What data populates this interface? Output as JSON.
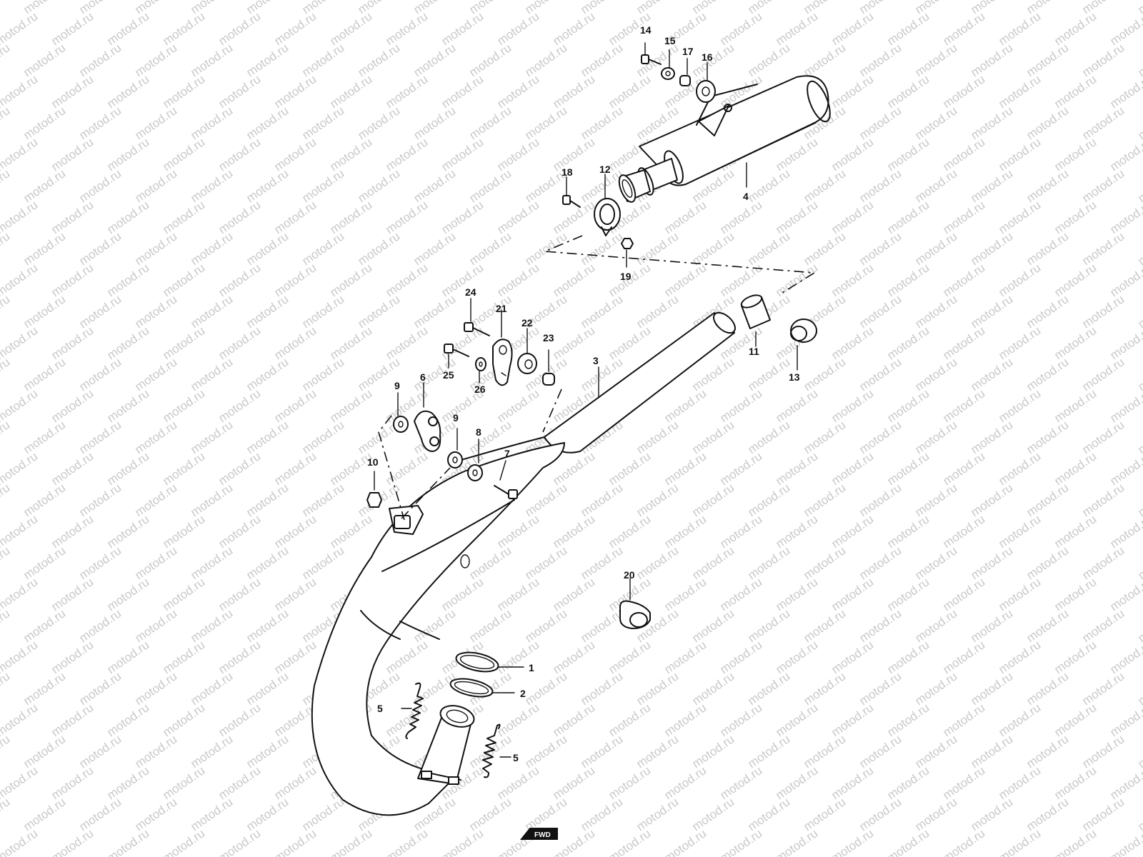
{
  "watermark": {
    "text": "motod.ru"
  },
  "direction_marker": {
    "label": "FWD"
  },
  "callouts": [
    {
      "id": "c14",
      "label": "14"
    },
    {
      "id": "c15",
      "label": "15"
    },
    {
      "id": "c17",
      "label": "17"
    },
    {
      "id": "c16",
      "label": "16"
    },
    {
      "id": "c18",
      "label": "18"
    },
    {
      "id": "c12",
      "label": "12"
    },
    {
      "id": "c4",
      "label": "4"
    },
    {
      "id": "c19",
      "label": "19"
    },
    {
      "id": "c24",
      "label": "24"
    },
    {
      "id": "c21",
      "label": "21"
    },
    {
      "id": "c22",
      "label": "22"
    },
    {
      "id": "c23",
      "label": "23"
    },
    {
      "id": "c3",
      "label": "3"
    },
    {
      "id": "c11",
      "label": "11"
    },
    {
      "id": "c13",
      "label": "13"
    },
    {
      "id": "c25",
      "label": "25"
    },
    {
      "id": "c26",
      "label": "26"
    },
    {
      "id": "c9a",
      "label": "9"
    },
    {
      "id": "c6",
      "label": "6"
    },
    {
      "id": "c9b",
      "label": "9"
    },
    {
      "id": "c8",
      "label": "8"
    },
    {
      "id": "c7",
      "label": "7"
    },
    {
      "id": "c10",
      "label": "10"
    },
    {
      "id": "c20",
      "label": "20"
    },
    {
      "id": "c1",
      "label": "1"
    },
    {
      "id": "c2",
      "label": "2"
    },
    {
      "id": "c5a",
      "label": "5"
    },
    {
      "id": "c5b",
      "label": "5"
    }
  ]
}
